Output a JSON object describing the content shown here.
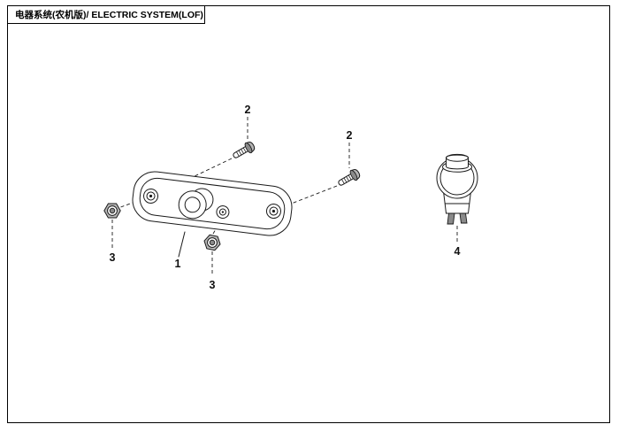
{
  "header": {
    "title": "电器系统(农机版)/ ELECTRIC SYSTEM(LOF)"
  },
  "diagram": {
    "labels": {
      "plate": "1",
      "bolt_upper": "2",
      "bolt_lower": "2",
      "nut_left": "3",
      "nut_bottom": "3",
      "switch": "4"
    }
  }
}
